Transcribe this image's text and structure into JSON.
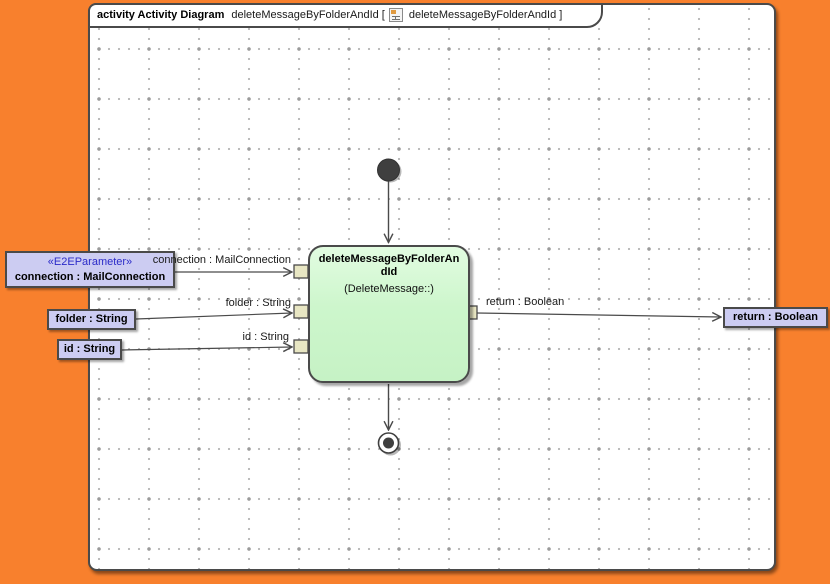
{
  "frame": {
    "tab": {
      "title_bold": "activity Activity Diagram",
      "diagram_name": "deleteMessageByFolderAndId [",
      "context_name": "deleteMessageByFolderAndId ]"
    }
  },
  "activity": {
    "name_line1": "deleteMessageByFolderAn",
    "name_line2": "dId",
    "behavior": "(DeleteMessage::)"
  },
  "parameter_nodes": {
    "connection": {
      "stereotype": "«E2EParameter»",
      "label": "connection : MailConnection"
    },
    "folder": {
      "label": "folder : String"
    },
    "id": {
      "label": "id : String"
    },
    "return": {
      "label": "return : Boolean"
    }
  },
  "flow_labels": {
    "connection": "connection : MailConnection",
    "folder": "folder : String",
    "id": "id : String",
    "return": "return : Boolean"
  },
  "colors": {
    "background_orange": "#F8802D",
    "canvas_white": "#FFFFFF",
    "activity_fill_green": "#CDF6CC",
    "parameter_fill_lavender": "#CCCCF2",
    "pin_fill_beige": "#E8E6C3",
    "stereotype_blue": "#2B2BC8",
    "line_dark_gray": "#4A4A4A"
  }
}
